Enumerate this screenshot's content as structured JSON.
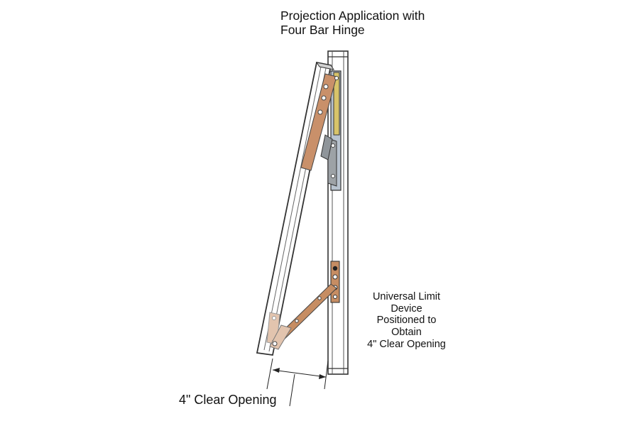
{
  "title": {
    "line1": "Projection Application with",
    "line2": "Four Bar Hinge"
  },
  "limit_device_note": {
    "lines": [
      "Universal Limit",
      "Device",
      "Positioned to",
      "Obtain",
      "4\" Clear Opening"
    ]
  },
  "dimension_label": "4\" Clear Opening",
  "colors": {
    "outline": "#333333",
    "hinge_arm": "#c9906a",
    "hinge_arm_light": "#e2c4ae",
    "limit_arm": "#c68d63",
    "steel": "#9da2a6",
    "bracket_blue": "#a9b7c6",
    "bracket_yellow": "#d8c46a"
  }
}
